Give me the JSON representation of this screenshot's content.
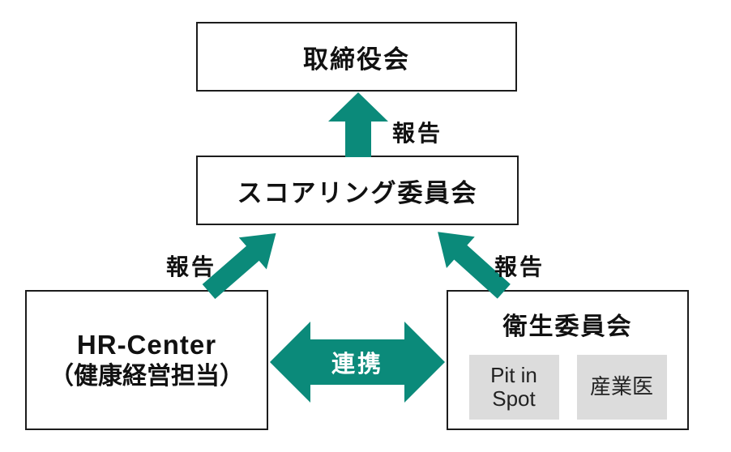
{
  "colors": {
    "arrow": "#0b8a7a",
    "box_border": "#1c1c1c",
    "text": "#111111",
    "subbox_bg": "#dcdcdc",
    "background": "#ffffff",
    "cooperation_text": "#ffffff"
  },
  "icons": {
    "report_up_arrow": "up-arrow",
    "report_diagonal_left_arrow": "up-right-arrow",
    "report_diagonal_right_arrow": "up-left-arrow",
    "cooperation_double_arrow": "left-right-double-arrow"
  },
  "nodes": {
    "board": {
      "label": "取締役会"
    },
    "scoring": {
      "label": "スコアリング委員会"
    },
    "hr_center": {
      "label_line1": "HR-Center",
      "label_line2": "（健康経営担当）"
    },
    "hygiene": {
      "label": "衛生委員会",
      "children": {
        "pit_in_spot": {
          "line1": "Pit in",
          "line2": "Spot"
        },
        "occupational_physician": {
          "label": "産業医"
        }
      }
    }
  },
  "edges": {
    "report_top": {
      "label": "報告"
    },
    "report_left": {
      "label": "報告"
    },
    "report_right": {
      "label": "報告"
    },
    "cooperation": {
      "label": "連携"
    }
  }
}
